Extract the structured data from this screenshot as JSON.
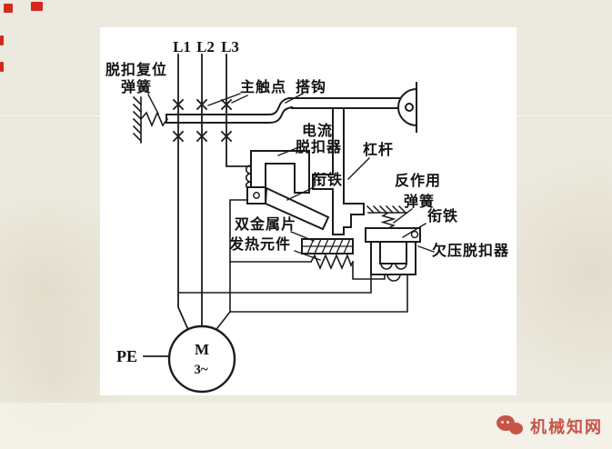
{
  "diagram": {
    "phases": {
      "l1": "L1",
      "l2": "L2",
      "l3": "L3"
    },
    "labels": {
      "trip_reset_spring_line1": "脱扣复位",
      "trip_reset_spring_line2": "弹簧",
      "main_contact": "主触点",
      "latch_hook": "搭钩",
      "current_release_line1": "电流",
      "current_release_line2": "脱扣器",
      "lever": "杠杆",
      "armature_left": "衔铁",
      "reaction_spring_line1": "反作用",
      "reaction_spring_line2": "弹簧",
      "armature_right": "衔铁",
      "undervoltage_release": "欠压脱扣器",
      "bimetal_strip": "双金属片",
      "heating_element": "发热元件",
      "pe": "PE",
      "motor_letter": "M",
      "motor_phases": "3~"
    }
  },
  "watermark": {
    "text": "机械知网",
    "color": "#c4473a"
  },
  "colors": {
    "background": "#ece9de",
    "panel": "#ffffff",
    "ink": "#1c1c1c",
    "red_fragment": "#d5281c"
  }
}
